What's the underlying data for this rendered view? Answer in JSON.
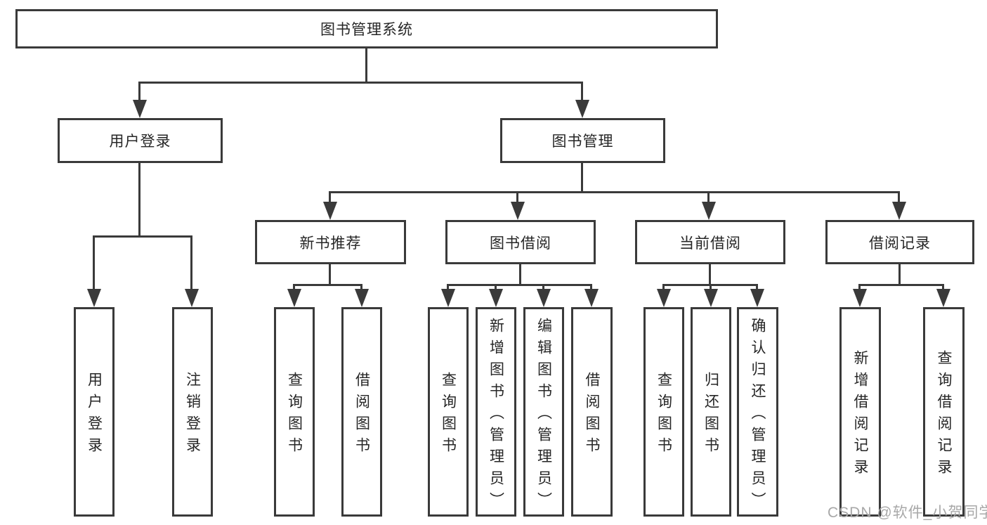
{
  "tree": {
    "label": "图书管理系统",
    "children": [
      {
        "label": "用户登录",
        "children": [
          {
            "label": "用户登录"
          },
          {
            "label": "注销登录"
          }
        ]
      },
      {
        "label": "图书管理",
        "children": [
          {
            "label": "新书推荐",
            "children": [
              {
                "label": "查询图书"
              },
              {
                "label": "借阅图书"
              }
            ]
          },
          {
            "label": "图书借阅",
            "children": [
              {
                "label": "查询图书"
              },
              {
                "label": "新增图书（管理员）"
              },
              {
                "label": "编辑图书（管理员）"
              },
              {
                "label": "借阅图书"
              }
            ]
          },
          {
            "label": "当前借阅",
            "children": [
              {
                "label": "查询图书"
              },
              {
                "label": "归还图书"
              },
              {
                "label": "确认归还（管理员）"
              }
            ]
          },
          {
            "label": "借阅记录",
            "children": [
              {
                "label": "新增借阅记录"
              },
              {
                "label": "查询借阅记录"
              }
            ]
          }
        ]
      }
    ]
  },
  "watermark": {
    "text": "CSDN @软件_小贺同学"
  },
  "colors": {
    "line": "#3a3a3a",
    "text": "#262626",
    "background": "#ffffff",
    "watermark": "#a8a8a8"
  }
}
